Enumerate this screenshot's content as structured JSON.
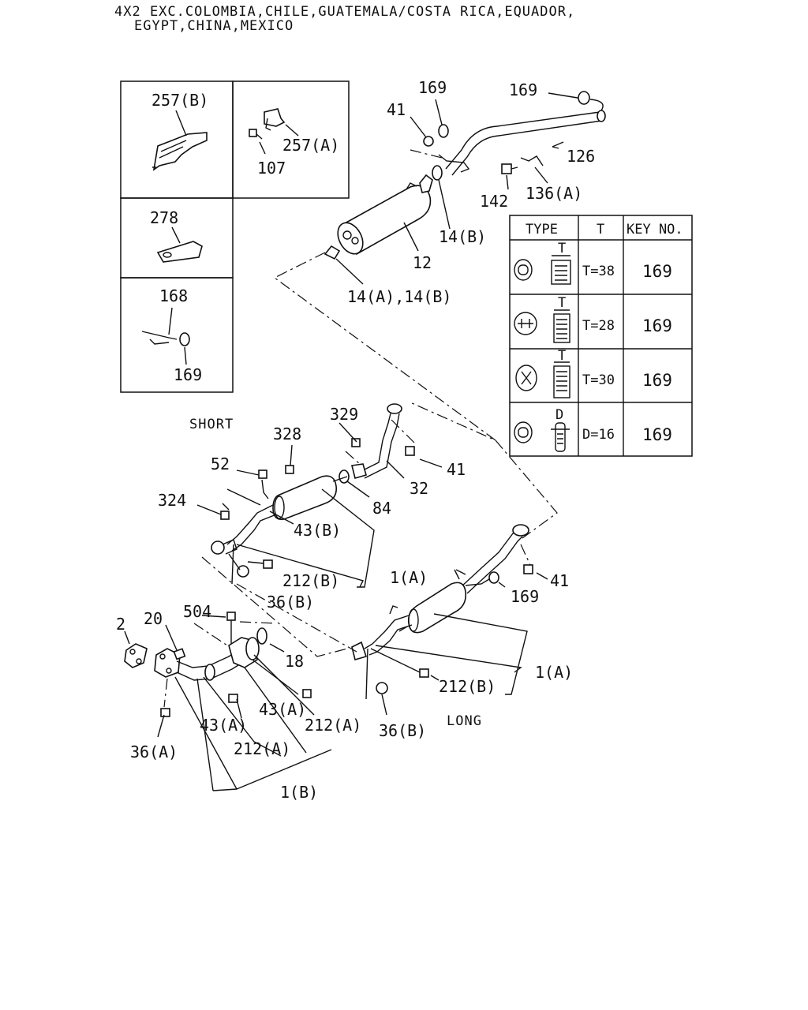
{
  "header": {
    "line1": "4X2 EXC.COLOMBIA,CHILE,GUATEMALA/COSTA RICA,EQUADOR,",
    "line2": "EGYPT,CHINA,MEXICO"
  },
  "inset": {
    "labels": [
      "257(B)",
      "257(A)",
      "107",
      "278",
      "168",
      "169"
    ]
  },
  "table": {
    "headers": [
      "TYPE",
      "T",
      "KEY NO."
    ],
    "rows": [
      {
        "dim_letter": "T",
        "spec": "T=38",
        "key": "169"
      },
      {
        "dim_letter": "T",
        "spec": "T=28",
        "key": "169"
      },
      {
        "dim_letter": "T",
        "spec": "T=30",
        "key": "169"
      },
      {
        "dim_letter": "D",
        "spec": "D=16",
        "key": "169"
      }
    ]
  },
  "labels": {
    "p169a": "169",
    "p41a": "41",
    "p169b": "169",
    "p126": "126",
    "p142": "142",
    "p136a": "136(A)",
    "p14b": "14(B)",
    "p12": "12",
    "p14ab": "14(A),14(B)",
    "short": "SHORT",
    "p329": "329",
    "p328": "328",
    "p52": "52",
    "p41b": "41",
    "p32": "32",
    "p84": "84",
    "p324": "324",
    "p43b": "43(B)",
    "p1a_short": "1(A)",
    "p212b_short": "212(B)",
    "p36b_short": "36(B)",
    "p41c": "41",
    "p169c": "169",
    "p20": "20",
    "p504": "504",
    "p2": "2",
    "p18": "18",
    "p43a_r": "43(A)",
    "p212a_r": "212(A)",
    "p43a_l": "43(A)",
    "p212a_l": "212(A)",
    "p36a": "36(A)",
    "p1b": "1(B)",
    "p212b_long": "212(B)",
    "p1a_long": "1(A)",
    "p36b_long": "36(B)",
    "long": "LONG"
  }
}
